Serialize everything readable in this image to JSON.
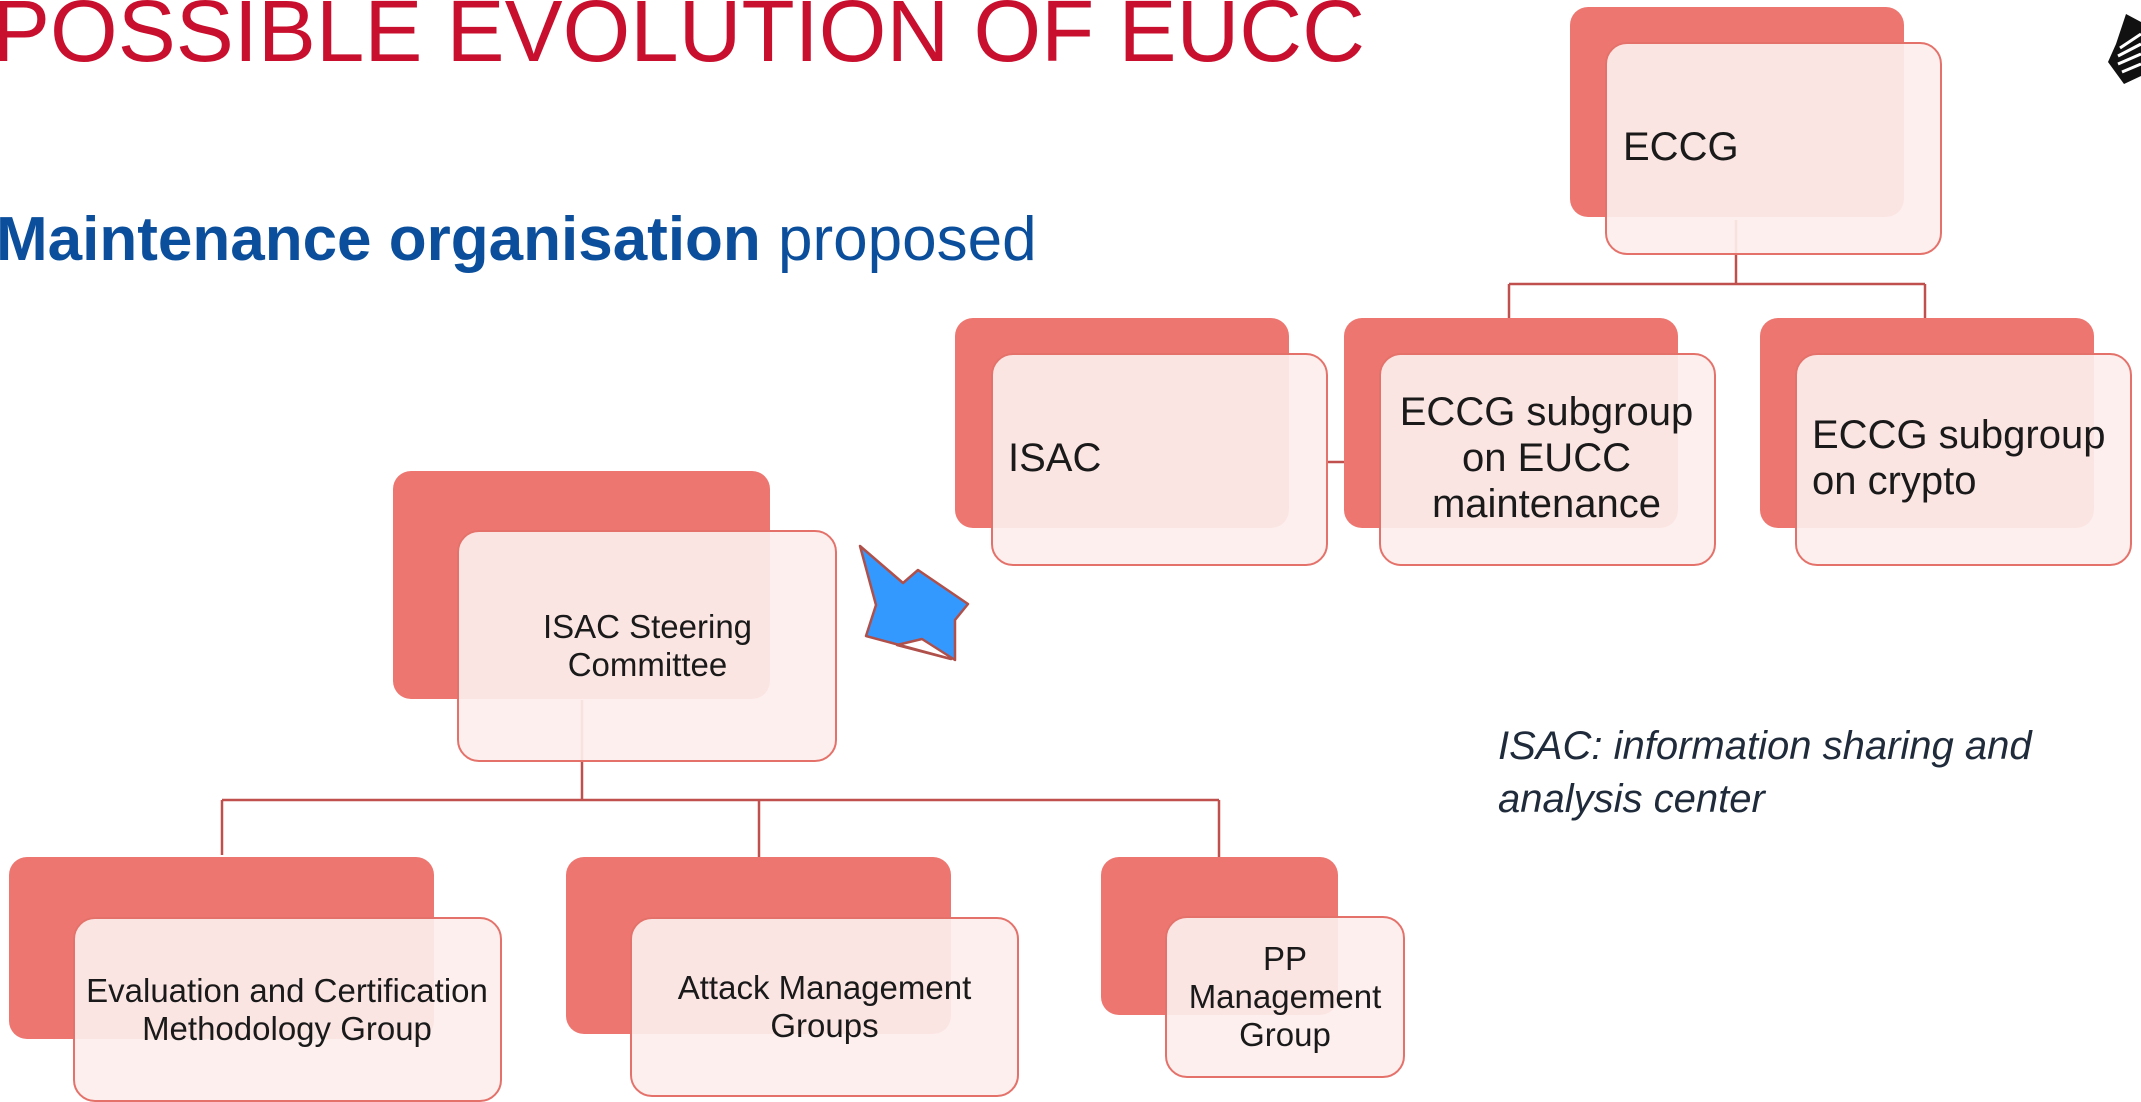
{
  "slide": {
    "title": "POSSIBLE EVOLUTION OF EUCC",
    "subtitle_bold": "Maintenance organisation",
    "subtitle_rest": " proposed",
    "note_text": "ISAC: information sharing and analysis center"
  },
  "diagram": {
    "eccg": "ECCG",
    "isac": "ISAC",
    "eccg_subgroup_eucc": "ECCG subgroup on EUCC maintenance",
    "eccg_subgroup_crypto": "ECCG subgroup on crypto",
    "isac_steering": "ISAC Steering Committee",
    "eval_cert_group": "Evaluation and Certification Methodology Group",
    "attack_mgmt": "Attack Management Groups",
    "pp_mgmt": "PP Management Group"
  },
  "colors": {
    "title": "#c8102e",
    "subtitle": "#0b4f9c",
    "node_back": "#ee7670",
    "node_front": "#fceeec",
    "arrow": "#3399ff"
  }
}
